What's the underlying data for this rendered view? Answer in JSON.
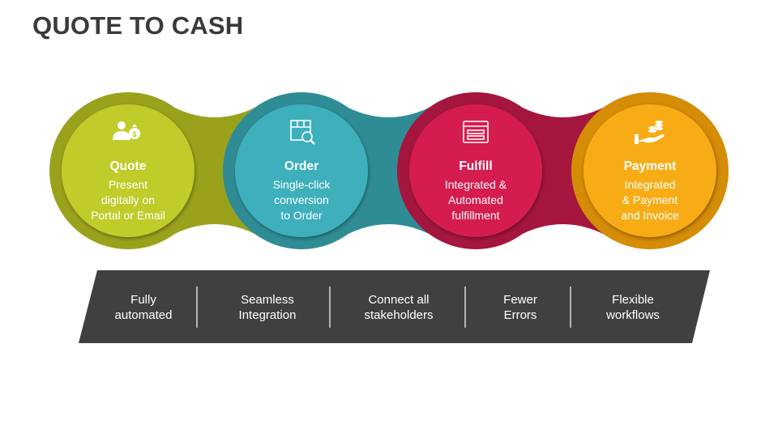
{
  "title": "QUOTE TO CASH",
  "steps": [
    {
      "heading": "Quote",
      "lines": [
        "Present",
        "digitally on",
        "Portal or Email"
      ],
      "icon": "person-money-bag-icon",
      "inner_color": "#C0CC2A",
      "outer_color": "#9AA21C"
    },
    {
      "heading": "Order",
      "lines": [
        "Single-click",
        "conversion",
        "to Order"
      ],
      "icon": "box-search-icon",
      "inner_color": "#3DB0BC",
      "outer_color": "#2F8C95"
    },
    {
      "heading": "Fulfill",
      "lines": [
        "Integrated &",
        "Automated",
        "fulfillment"
      ],
      "icon": "browser-window-icon",
      "inner_color": "#D51F50",
      "outer_color": "#A5163E"
    },
    {
      "heading": "Payment",
      "lines": [
        "Integrated",
        "& Payment",
        "and Invoice"
      ],
      "icon": "hand-coins-icon",
      "inner_color": "#F7AC18",
      "outer_color": "#D58C06"
    }
  ],
  "benefits": [
    {
      "lines": [
        "Fully",
        "automated"
      ]
    },
    {
      "lines": [
        "Seamless",
        "Integration"
      ]
    },
    {
      "lines": [
        "Connect all",
        "stakeholders"
      ]
    },
    {
      "lines": [
        "Fewer",
        "Errors"
      ]
    },
    {
      "lines": [
        "Flexible",
        "workflows"
      ]
    }
  ],
  "band_color": "#404040"
}
